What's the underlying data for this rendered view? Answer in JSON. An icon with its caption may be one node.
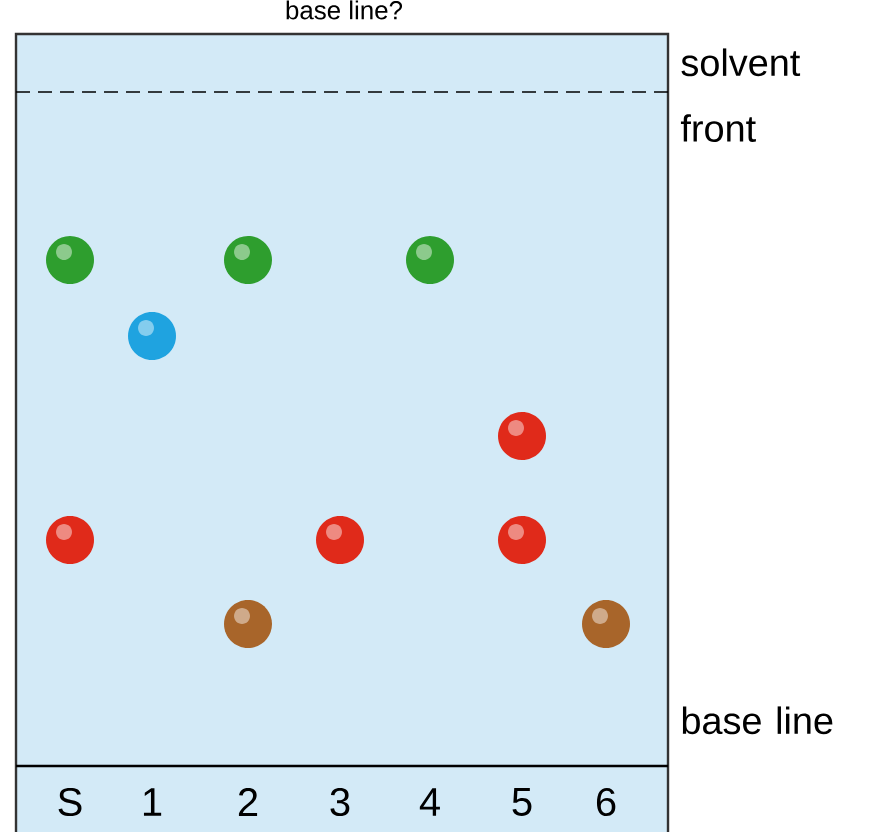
{
  "diagram": {
    "labels": [
      "base line?",
      "solvent front",
      "base line",
      "S",
      "1",
      "2",
      "3",
      "4",
      "5",
      "6"
    ]
  }
}
